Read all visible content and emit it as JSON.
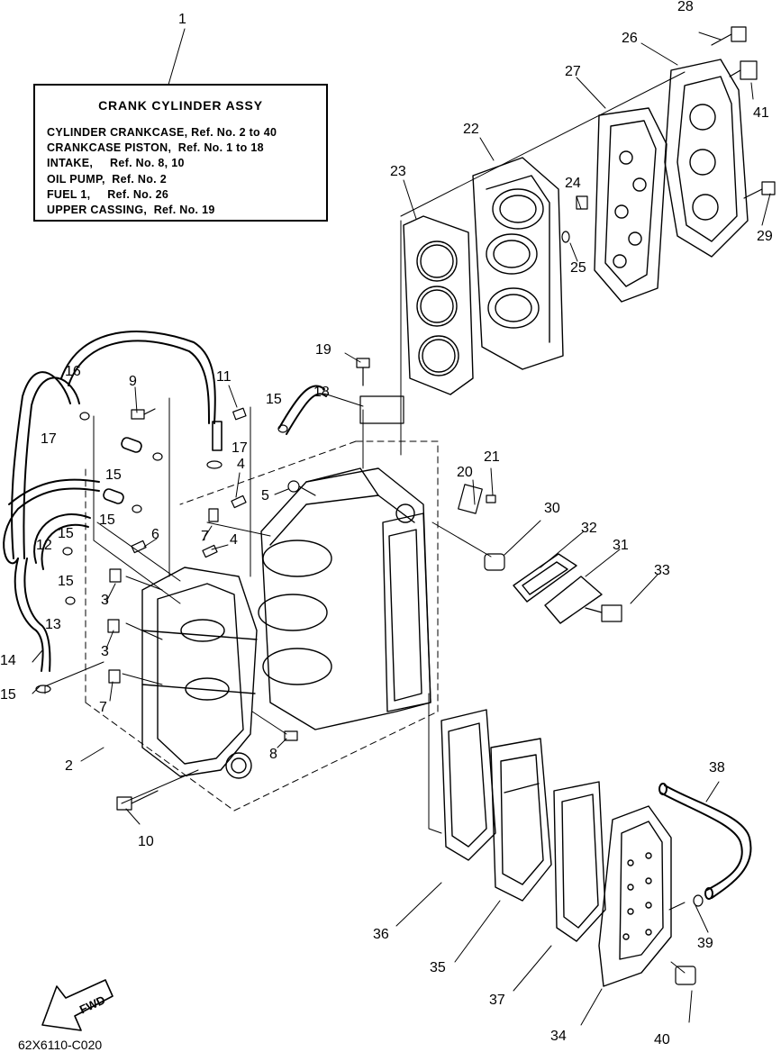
{
  "info_box": {
    "title": "CRANK CYLINDER ASSY",
    "lines": [
      "CYLINDER CRANKCASE, Ref. No. 2 to 40",
      "CRANKCASE PISTON,  Ref. No. 1 to 18",
      "INTAKE,     Ref. No. 8, 10",
      "OIL PUMP,  Ref. No. 2",
      "FUEL 1,     Ref. No. 26",
      "UPPER CASSING,  Ref. No. 19"
    ]
  },
  "callouts": {
    "c1": "1",
    "c2": "2",
    "c3a": "3",
    "c3b": "3",
    "c4a": "4",
    "c4b": "4",
    "c5": "5",
    "c6": "6",
    "c7a": "7",
    "c7b": "7",
    "c8": "8",
    "c9": "9",
    "c10": "10",
    "c11": "11",
    "c12": "12",
    "c13": "13",
    "c14": "14",
    "c15a": "15",
    "c15b": "15",
    "c15c": "15",
    "c15d": "15",
    "c15e": "15",
    "c15f": "15",
    "c16": "16",
    "c17a": "17",
    "c17b": "17",
    "c18": "18",
    "c19": "19",
    "c20": "20",
    "c21": "21",
    "c22": "22",
    "c23": "23",
    "c24": "24",
    "c25": "25",
    "c26": "26",
    "c27": "27",
    "c28": "28",
    "c29": "29",
    "c30": "30",
    "c31": "31",
    "c32": "32",
    "c33": "33",
    "c34": "34",
    "c35": "35",
    "c36": "36",
    "c37": "37",
    "c38": "38",
    "c39": "39",
    "c40": "40",
    "c41": "41"
  },
  "fwd_label": "FWD",
  "drawing_code": "62X6110-C020",
  "colors": {
    "ink": "#000000",
    "paper": "#ffffff"
  }
}
